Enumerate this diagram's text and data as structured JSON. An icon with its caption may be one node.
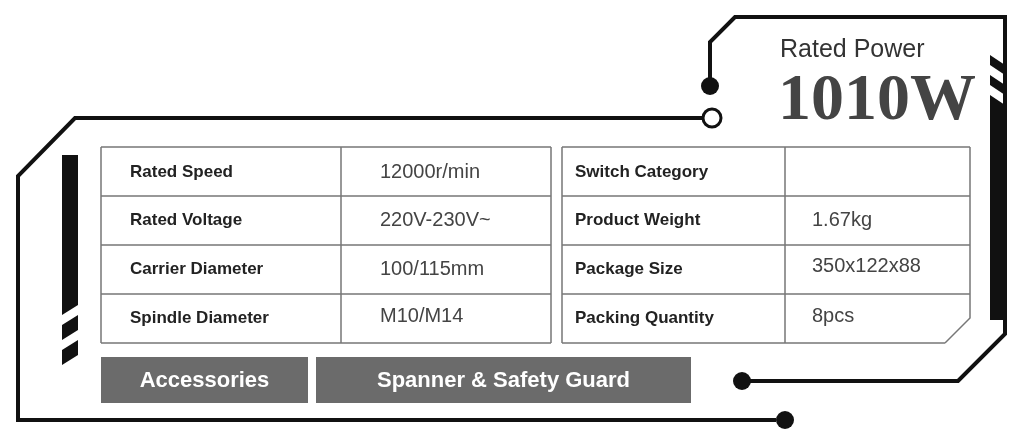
{
  "diagram": {
    "labels": [
      "Rated Power",
      "1010W",
      "Rated Speed",
      "12000r/min",
      "Rated Voltage",
      "220V-230V~",
      "Carrier Diameter",
      "100/115mm",
      "Spindle Diameter",
      "M10/M14",
      "Switch Category",
      "Product Weight",
      "1.67kg",
      "Package Size",
      "350x122x88",
      "Packing Quantity",
      "8pcs",
      "Accessories",
      "Spanner & Safety Guard"
    ]
  }
}
